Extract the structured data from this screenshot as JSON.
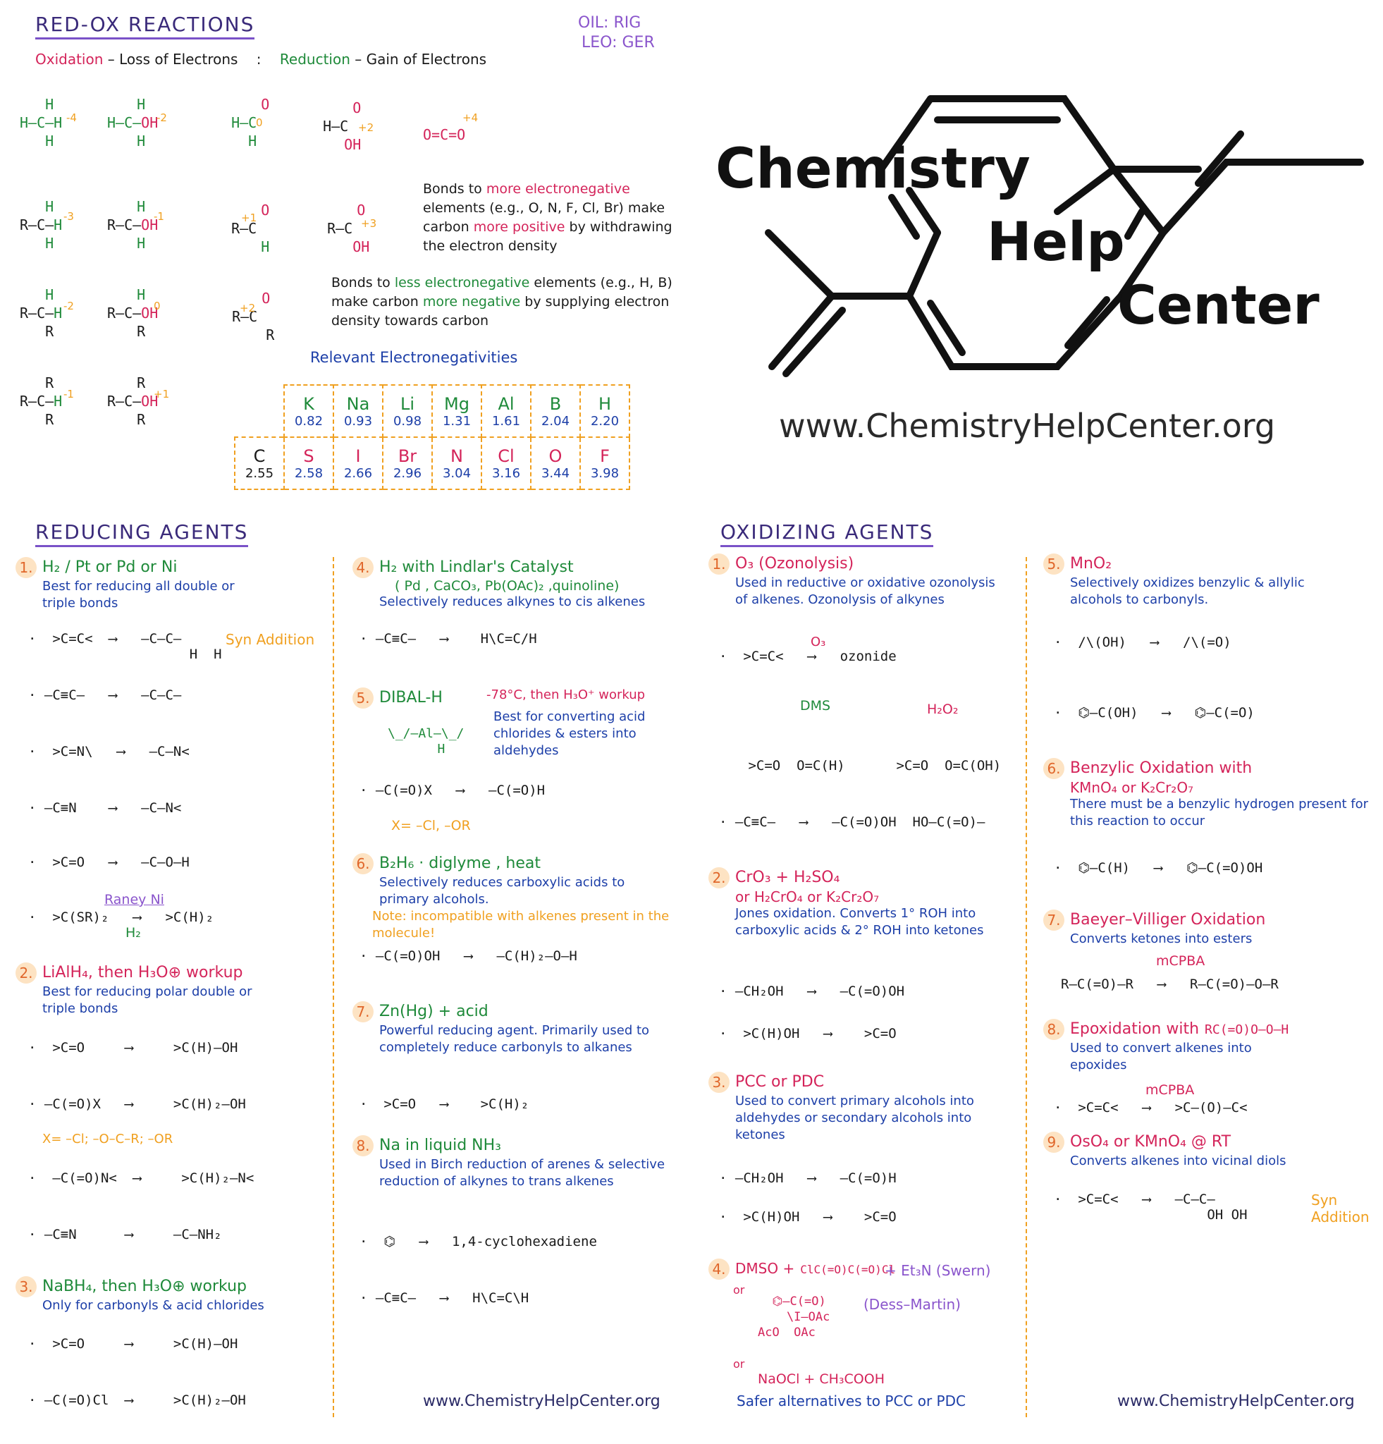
{
  "header": {
    "title": "RED-OX REACTIONS",
    "oil": "OIL: RIG",
    "leo": "LEO: GER",
    "oxidation_word": "Oxidation",
    "oxidation_def": "– Loss of Electrons",
    "colon": ":",
    "reduction_word": "Reduction",
    "reduction_def": "– Gain of Electrons"
  },
  "oxidation_states": {
    "row1": [
      "H–C–H (–4)",
      "H–C–OH (–2)",
      "H–C=O (0)",
      "H–C(=O)OH (+2)",
      "O=C=O (+4)"
    ],
    "row1_labels": [
      "-4",
      "-2",
      "0",
      "+2",
      "+4"
    ],
    "row2_labels": [
      "-3",
      "-1",
      "+1",
      "+3"
    ],
    "row3_labels": [
      "-2",
      "0",
      "+2"
    ],
    "row4_labels": [
      "-1",
      "+1"
    ]
  },
  "notes": {
    "more_en_1": "Bonds to",
    "more_en_2": "more electronegative",
    "more_en_3": "elements (e.g., O, N, F, Cl, Br)",
    "more_en_4": "make carbon",
    "more_en_5": "more positive",
    "more_en_6": "by",
    "more_en_7": "withdrawing the electron density",
    "less_en_1": "Bonds to",
    "less_en_2": "less electronegative",
    "less_en_3": "elements",
    "less_en_4": "(e.g., H, B) make carbon",
    "less_en_5": "more negative",
    "less_en_6": "by supplying electron density towards carbon",
    "relevant": "Relevant Electronegativities"
  },
  "electronegativity": {
    "top": [
      {
        "sym": "K",
        "val": "0.82"
      },
      {
        "sym": "Na",
        "val": "0.93"
      },
      {
        "sym": "Li",
        "val": "0.98"
      },
      {
        "sym": "Mg",
        "val": "1.31"
      },
      {
        "sym": "Al",
        "val": "1.61"
      },
      {
        "sym": "B",
        "val": "2.04"
      },
      {
        "sym": "H",
        "val": "2.20"
      }
    ],
    "bottom": [
      {
        "sym": "C",
        "val": "2.55"
      },
      {
        "sym": "S",
        "val": "2.58"
      },
      {
        "sym": "I",
        "val": "2.66"
      },
      {
        "sym": "Br",
        "val": "2.96"
      },
      {
        "sym": "N",
        "val": "3.04"
      },
      {
        "sym": "Cl",
        "val": "3.16"
      },
      {
        "sym": "O",
        "val": "3.44"
      },
      {
        "sym": "F",
        "val": "3.98"
      }
    ]
  },
  "logo": {
    "chemistry": "Chemistry",
    "help": "Help",
    "center": "Center",
    "url": "www.ChemistryHelpCenter.org"
  },
  "reducing": {
    "title": "REDUCING AGENTS",
    "items": [
      {
        "n": "1.",
        "head": "H₂ / Pt or Pd or Ni",
        "desc": "Best for reducing all double or triple bonds",
        "extra": "Syn Addition"
      },
      {
        "n": "2.",
        "head": "LiAlH₄, then H₃O⊕ workup",
        "desc": "Best for reducing polar double or triple bonds",
        "extra": "X= –Cl; –O–C–R; –OR"
      },
      {
        "n": "3.",
        "head": "NaBH₄, then H₃O⊕ workup",
        "desc": "Only for carbonyls & acid chlorides"
      },
      {
        "n": "4.",
        "head": "H₂ with Lindlar's Catalyst",
        "head2": "( Pd , CaCO₃, Pb(OAc)₂ ,quinoline)",
        "desc": "Selectively reduces alkynes to cis alkenes"
      },
      {
        "n": "5.",
        "head": "DIBAL-H",
        "head2": "-78°C, then H₃O⁺ workup",
        "desc": "Best for converting acid chlorides & esters into aldehydes",
        "extra": "X= –Cl, –OR"
      },
      {
        "n": "6.",
        "head": "B₂H₆ · diglyme , heat",
        "desc": "Selectively reduces carboxylic acids to primary alcohols.",
        "note": "Note: incompatible with alkenes present in the molecule!"
      },
      {
        "n": "7.",
        "head": "Zn(Hg) + acid",
        "desc": "Powerful reducing agent. Primarily used to completely reduce carbonyls to alkanes"
      },
      {
        "n": "8.",
        "head": "Na in liquid NH₃",
        "desc": "Used in Birch reduction of arenes & selective reduction of alkynes to trans alkenes"
      }
    ],
    "raney": "Raney Ni",
    "h2": "H₂",
    "site": "www.ChemistryHelpCenter.org"
  },
  "oxidizing": {
    "title": "OXIDIZING AGENTS",
    "items": [
      {
        "n": "1.",
        "head": "O₃ (Ozonolysis)",
        "desc": "Used in reductive or oxidative ozonolysis of alkenes. Ozonolysis of alkynes",
        "dms": "DMS",
        "h2o2": "H₂O₂",
        "o3": "O₃"
      },
      {
        "n": "2.",
        "head": "CrO₃ + H₂SO₄",
        "head2": "or H₂CrO₄ or K₂Cr₂O₇",
        "desc": "Jones oxidation. Converts 1° ROH into carboxylic acids & 2° ROH into ketones"
      },
      {
        "n": "3.",
        "head": "PCC or PDC",
        "desc": "Used to convert primary alcohols into aldehydes or secondary alcohols into ketones"
      },
      {
        "n": "4.",
        "head": "DMSO +",
        "head2": "+ Et₃N (Swern)",
        "dess": "(Dess–Martin)",
        "or1": "or",
        "or2": "or",
        "naocl": "NaOCl + CH₃COOH",
        "desc": "Safer alternatives to PCC or PDC"
      },
      {
        "n": "5.",
        "head": "MnO₂",
        "desc": "Selectively oxidizes benzylic & allylic alcohols to carbonyls."
      },
      {
        "n": "6.",
        "head": "Benzylic Oxidation with",
        "head2": "KMnO₄ or K₂Cr₂O₇",
        "desc": "There must be a benzylic hydrogen present for this reaction to occur"
      },
      {
        "n": "7.",
        "head": "Baeyer–Villiger Oxidation",
        "desc": "Converts ketones into esters",
        "reagent": "mCPBA"
      },
      {
        "n": "8.",
        "head": "Epoxidation with",
        "desc": "Used to convert alkenes into epoxides",
        "reagent": "mCPBA"
      },
      {
        "n": "9.",
        "head": "OsO₄ or KMnO₄ @ RT",
        "desc": "Converts alkenes into vicinal diols",
        "extra": "Syn Addition"
      }
    ],
    "site": "www.ChemistryHelpCenter.org"
  },
  "colors": {
    "title": "#3a2a7a",
    "oxidation": "#d4245a",
    "reduction": "#1f8a3a",
    "description": "#1d3fa8",
    "accent": "#f0a020",
    "number_badge": "#fde3c3"
  }
}
